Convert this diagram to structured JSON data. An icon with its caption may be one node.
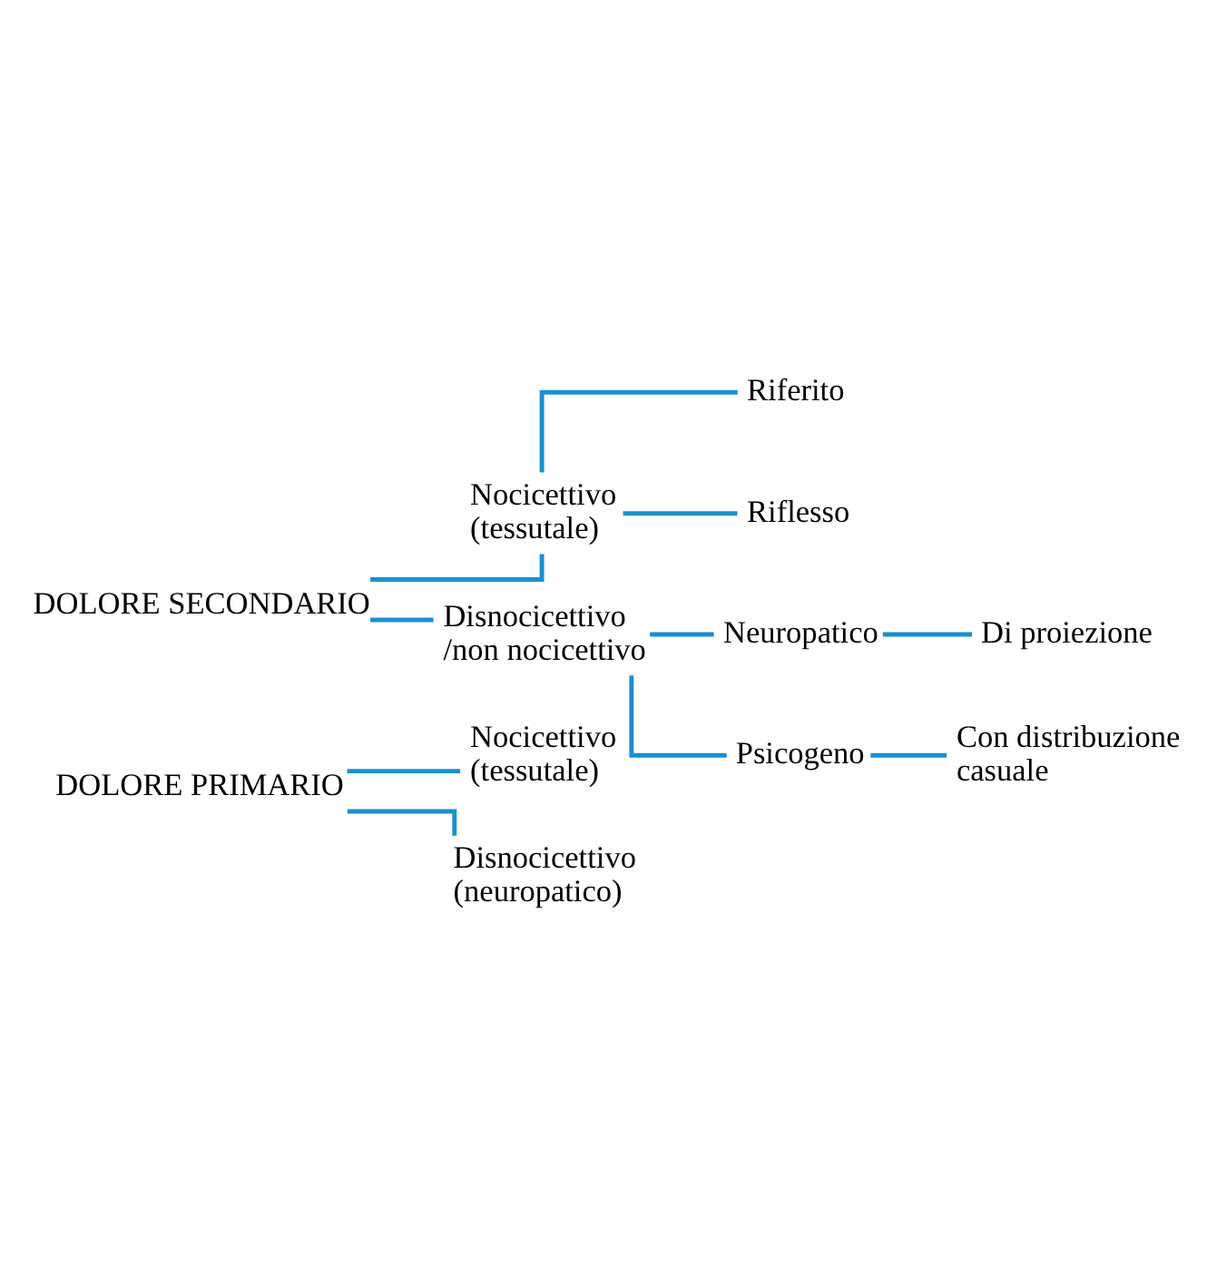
{
  "diagram": {
    "nodes": [
      {
        "text": [
          "DOLORE PRIMARIO"
        ]
      },
      {
        "text": [
          "Nocicettivo (tessutale)"
        ]
      },
      {
        "text": [
          "Disnocicettivo (neuropatico)"
        ]
      },
      {
        "text": [
          "DOLORE SECONDARIO"
        ]
      },
      {
        "text": [
          "Nocicettivo (tessutale)"
        ]
      },
      {
        "text": [
          "Riferito"
        ]
      },
      {
        "text": [
          "Riflesso"
        ]
      },
      {
        "text": [
          "Disnocicettivo /non nocicettivo"
        ]
      },
      {
        "text": [
          "Neuropatico"
        ]
      },
      {
        "text": [
          "Di proiezione"
        ]
      },
      {
        "text": [
          "Psicogeno"
        ]
      },
      {
        "text": [
          "Con distribuzione casuale"
        ]
      }
    ],
    "edges": [
      {
        "from": 0,
        "to": 1,
        "arrow": "none"
      },
      {
        "from": 0,
        "to": 2,
        "arrow": "none"
      },
      {
        "from": 3,
        "to": 4,
        "arrow": "none"
      },
      {
        "from": 3,
        "to": 7,
        "arrow": "none"
      },
      {
        "from": 4,
        "to": 5,
        "arrow": "none"
      },
      {
        "from": 4,
        "to": 6,
        "arrow": "none"
      },
      {
        "from": 7,
        "to": 8,
        "arrow": "none"
      },
      {
        "from": 7,
        "to": 10,
        "arrow": "none"
      },
      {
        "from": 8,
        "to": 9,
        "arrow": "none"
      },
      {
        "from": 10,
        "to": 11,
        "arrow": "none"
      }
    ]
  }
}
